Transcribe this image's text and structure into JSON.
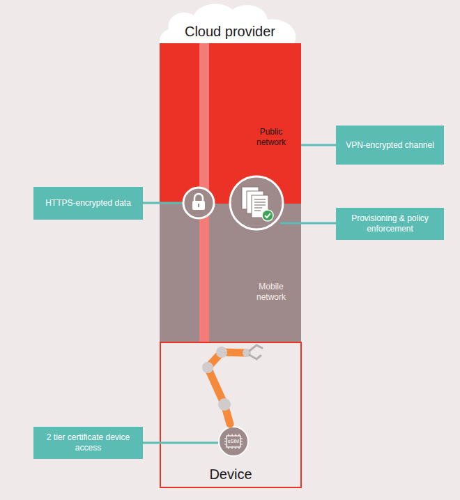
{
  "diagram": {
    "nodes": [
      {
        "text": [
          "Cloud provider"
        ]
      },
      {
        "text": [
          "Public network"
        ]
      },
      {
        "text": [
          "VPN-encrypted channel"
        ]
      },
      {
        "text": [
          "HTTPS-encrypted data"
        ]
      },
      {
        "text": [
          "Provisioning & policy enforcement"
        ]
      },
      {
        "text": [
          "Mobile network"
        ]
      },
      {
        "text": [
          "Device"
        ]
      },
      {
        "text": [
          "eSIM"
        ],
        "in": 6
      },
      {
        "text": [
          "2 tier certificate device access"
        ]
      }
    ],
    "edges": [
      {
        "from": 2,
        "to": 1,
        "arrow": "none"
      },
      {
        "from": 8,
        "to": 7,
        "arrow": "none"
      }
    ]
  }
}
